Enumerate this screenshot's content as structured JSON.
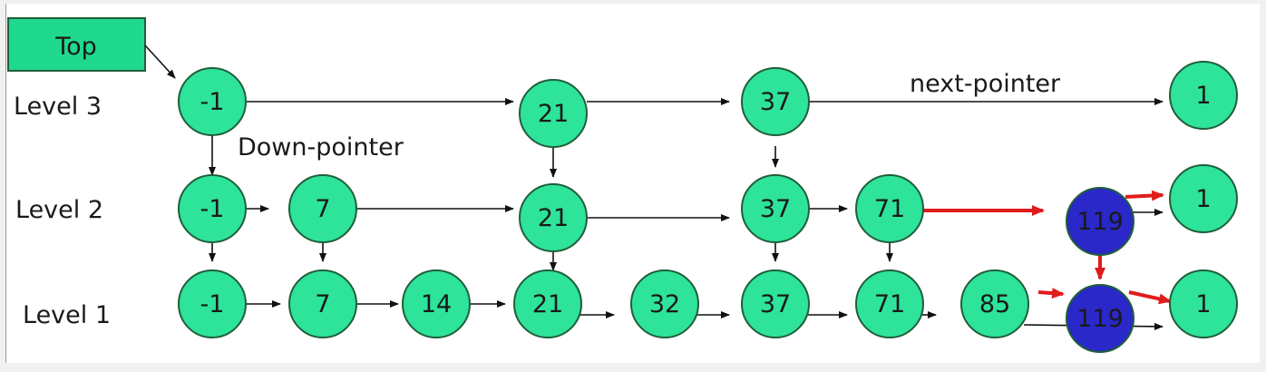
{
  "top_label": "Top",
  "annotations": {
    "next_pointer": "next-pointer",
    "down_pointer": "Down-pointer"
  },
  "colors": {
    "node": "#2ee39a",
    "highlight": "#2a28c8",
    "top_box": "#1fd98f",
    "search_path": "#e01c1c"
  },
  "levels": [
    {
      "label": "Level 3",
      "nodes": [
        "-1",
        "21",
        "37",
        "1"
      ]
    },
    {
      "label": "Level 2",
      "nodes": [
        "-1",
        "7",
        "21",
        "37",
        "71",
        "119",
        "1"
      ]
    },
    {
      "label": "Level 1",
      "nodes": [
        "-1",
        "7",
        "14",
        "21",
        "32",
        "37",
        "71",
        "85",
        "119",
        "1"
      ]
    }
  ],
  "highlighted": [
    {
      "level": 1,
      "index": 5
    },
    {
      "level": 2,
      "index": 8
    }
  ]
}
